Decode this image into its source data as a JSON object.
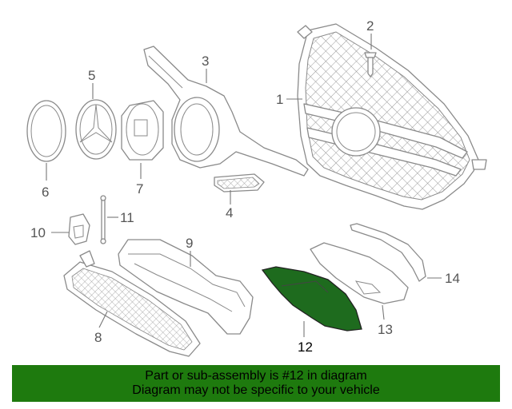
{
  "callouts": {
    "c1": "1",
    "c2": "2",
    "c3": "3",
    "c4": "4",
    "c5": "5",
    "c6": "6",
    "c7": "7",
    "c8": "8",
    "c9": "9",
    "c10": "10",
    "c11": "11",
    "c12": "12",
    "c13": "13",
    "c14": "14"
  },
  "banner": {
    "line1": "Part or sub-assembly is #12 in diagram",
    "line2": "Diagram may not be specific to your vehicle"
  },
  "colors": {
    "highlight": "#1e6b1e",
    "banner": "#1e7a0e",
    "linework": "#8a8a8a"
  }
}
